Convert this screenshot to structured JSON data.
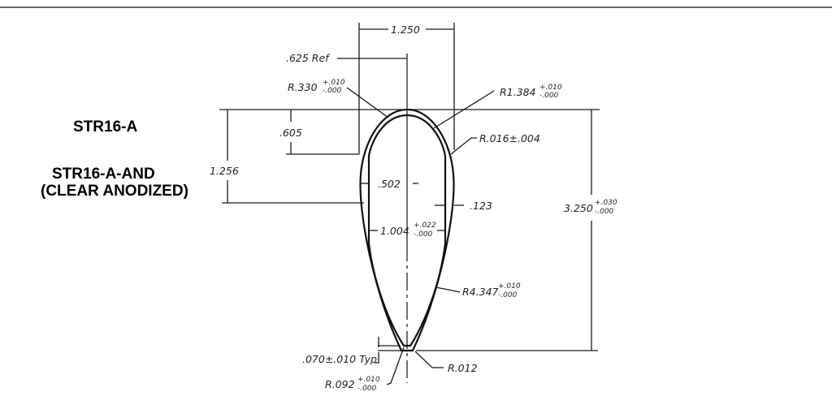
{
  "part_labels": {
    "part_number": "STR16-A",
    "anodized_part_number": "STR16-A-AND",
    "anodized_note": "(CLEAR ANODIZED)"
  },
  "dimensions": {
    "width": "1.250",
    "center_ref": ".625 Ref",
    "nose_radius": {
      "value": "R.330",
      "plus": "+.010",
      "minus": "-.000"
    },
    "shoulder_radius": {
      "value": "R1.384",
      "plus": "+.010",
      "minus": "-.000"
    },
    "corner_radius": "R.016±.004",
    "nose_depth": ".605",
    "straight_depth": "1.256",
    "half_inner_width": ".502",
    "wall_step": ".123",
    "inner_width": {
      "value": "1.004",
      "plus": "+.022",
      "minus": "-.000"
    },
    "overall_height": {
      "value": "3.250",
      "plus": "+.030",
      "minus": "-.000"
    },
    "body_radius": {
      "value": "R4.347",
      "plus": "+.010",
      "minus": "-.000"
    },
    "wall_thickness": ".070±.010 Typ",
    "tip_radius": {
      "value": "R.092",
      "plus": "+.010",
      "minus": "-.000"
    },
    "tip_corner_radius": "R.012"
  }
}
